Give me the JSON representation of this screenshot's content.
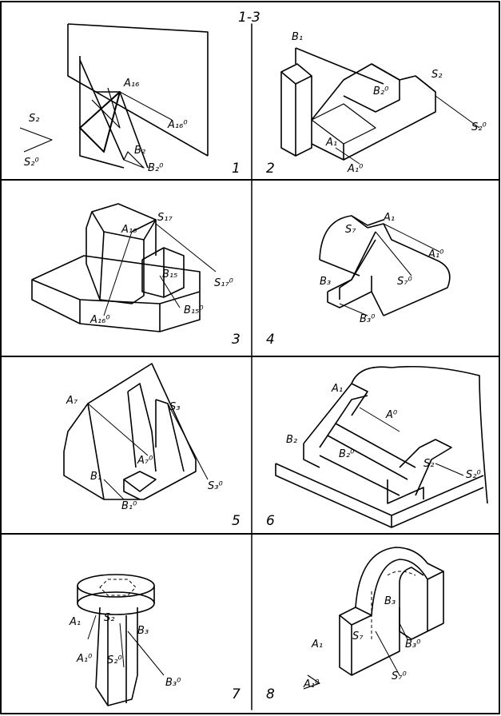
{
  "sheet": {
    "title": "1-3"
  },
  "panels": [
    {
      "number": "1",
      "labels": [
        "A₁₆",
        "A₁₆⁰",
        "B₂",
        "B₂⁰",
        "S₂",
        "S₂⁰"
      ]
    },
    {
      "number": "2",
      "labels": [
        "B₁",
        "B₂⁰",
        "S₂",
        "S₂⁰",
        "A₁",
        "A₁⁰"
      ]
    },
    {
      "number": "3",
      "labels": [
        "S₁₇",
        "A₁₆",
        "B₁₅",
        "S₁₇⁰",
        "B₁₅⁰",
        "A₁₆⁰"
      ]
    },
    {
      "number": "4",
      "labels": [
        "A₁",
        "S₇",
        "A₁⁰",
        "S₇⁰",
        "B₃",
        "B₃⁰"
      ]
    },
    {
      "number": "5",
      "labels": [
        "A₇",
        "S₃",
        "A₇⁰",
        "B₁",
        "S₃⁰",
        "B₁⁰"
      ]
    },
    {
      "number": "6",
      "labels": [
        "A₁",
        "A⁰",
        "B₂",
        "B₂⁰",
        "S₂",
        "S₂⁰"
      ]
    },
    {
      "number": "7",
      "labels": [
        "A₁",
        "S₂",
        "B₃",
        "A₁⁰",
        "S₂⁰",
        "B₃⁰"
      ]
    },
    {
      "number": "8",
      "labels": [
        "B₃",
        "S₇",
        "B₃⁰",
        "A₁",
        "S₇⁰",
        "A₁⁰"
      ]
    }
  ]
}
